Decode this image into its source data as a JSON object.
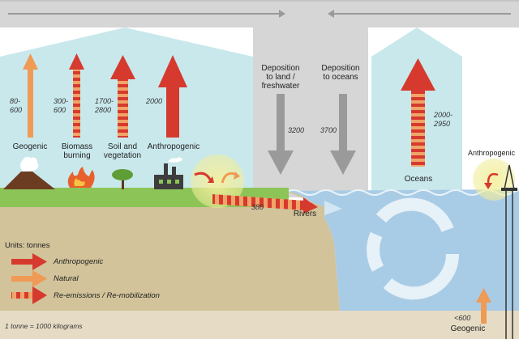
{
  "units_label": "Units: tonnes",
  "footnote": "1 tonne = 1000 kilograms",
  "legend": [
    {
      "label": "Anthropogenic",
      "color": "#d63a2e",
      "style": "solid"
    },
    {
      "label": "Natural",
      "color": "#ef9a55",
      "style": "solid"
    },
    {
      "label": "Re-emissions / Re-mobilization",
      "color": "#d63a2e",
      "style": "striped"
    }
  ],
  "emissions": [
    {
      "label": "Geogenic",
      "value": "80-\n600",
      "kind": "natural"
    },
    {
      "label": "Biomass\nburning",
      "value": "300-\n600",
      "kind": "re-emission"
    },
    {
      "label": "Soil and\nvegetation",
      "value": "1700-\n2800",
      "kind": "re-emission"
    },
    {
      "label": "Anthropogenic",
      "value": "2000",
      "kind": "anthropogenic"
    }
  ],
  "deposition": [
    {
      "label": "Deposition\nto land /\nfreshwater",
      "value": "3200"
    },
    {
      "label": "Deposition\nto oceans",
      "value": "3700"
    }
  ],
  "oceans": {
    "label": "Oceans",
    "value": "2000-\n2950"
  },
  "rivers": {
    "label": "Rivers",
    "value": "380"
  },
  "anthropogenic_marine_label": "Anthropogenic",
  "geogenic_seafloor": {
    "label": "Geogenic",
    "value": "<600"
  },
  "colors": {
    "sky": "#c9e8ec",
    "grey_panel": "#d6d6d6",
    "land": "#d2c39a",
    "grass": "#8dc457",
    "ocean": "#a9cce6",
    "anthropogenic": "#d63a2e",
    "natural": "#ef9a55",
    "stripe_light": "#f0a468",
    "deposition_arrow": "#9a9a9a"
  },
  "icons": [
    "volcano-icon",
    "fire-icon",
    "tree-icon",
    "factory-icon",
    "oil-rig-icon",
    "ocean-circulation-icon",
    "cycle-arrow-icon"
  ]
}
